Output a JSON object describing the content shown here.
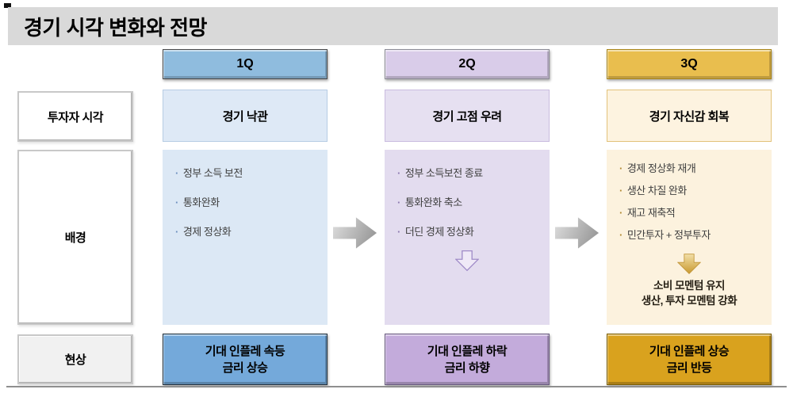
{
  "page": {
    "title": "경기 시각 변화와 전망"
  },
  "row_labels": {
    "view": "투자자 시각",
    "background": "배경",
    "phenomenon": "현상"
  },
  "palette": {
    "title_bar": "#D9D9D9",
    "q1_header": "#8FBCDE",
    "q1_light": "#DCE8F5",
    "q1_strong": "#74A9DA",
    "q2_header": "#D9CCE9",
    "q2_light": "#E3DCEF",
    "q2_strong": "#C3ABDB",
    "q3_header": "#E9BE4E",
    "q3_light": "#FCF2DE",
    "q3_strong": "#D9A21E",
    "flow_arrow": "#ABABAB"
  },
  "columns": [
    {
      "header": "1Q",
      "view": "경기 낙관",
      "bullets": [
        "정부 소득 보전",
        "통화완화",
        "경제 정상화"
      ],
      "phenomenon_line1": "기대 인플레 속등",
      "phenomenon_line2": "금리 상승"
    },
    {
      "header": "2Q",
      "view": "경기 고점 우려",
      "bullets": [
        "정부 소득보전 종료",
        "통화완화 축소",
        "더딘 경제 정상화"
      ],
      "phenomenon_line1": "기대 인플레 하락",
      "phenomenon_line2": "금리 하향"
    },
    {
      "header": "3Q",
      "view": "경기 자신감 회복",
      "bullets": [
        "경제 정상화 재개",
        "생산 차질 완화",
        "재고 재축적",
        "민간투자 + 정부투자"
      ],
      "conclusion_line1": "소비 모멘텀 유지",
      "conclusion_line2": "생산, 투자 모멘텀 강화",
      "phenomenon_line1": "기대 인플레 상승",
      "phenomenon_line2": "금리 반등"
    }
  ]
}
